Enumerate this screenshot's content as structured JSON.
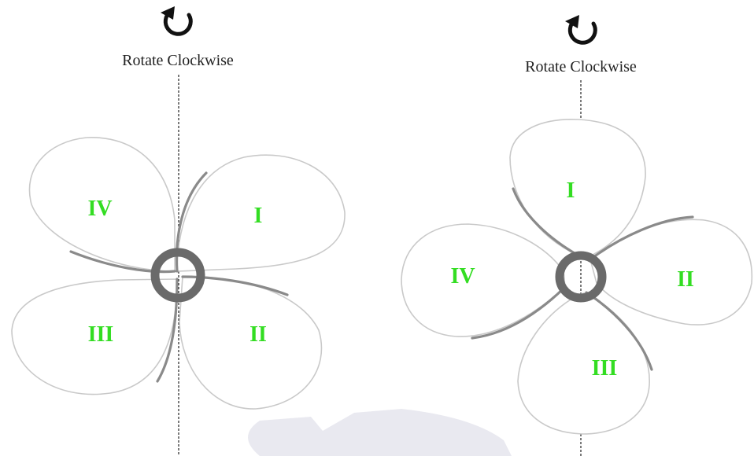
{
  "diagrams": [
    {
      "caption": "Rotate Clockwise",
      "rotate_icon": "clockwise-arrow-icon",
      "blades": [
        "IV",
        "I",
        "III",
        "II"
      ]
    },
    {
      "caption": "Rotate Clockwise",
      "rotate_icon": "clockwise-arrow-icon",
      "blades": [
        "I",
        "IV",
        "II",
        "III"
      ]
    }
  ],
  "colors": {
    "blade_label": "#33dd22",
    "hub": "#6a6a6a",
    "blade_outline": "#c9c9c9",
    "axis_line": "#222222"
  }
}
